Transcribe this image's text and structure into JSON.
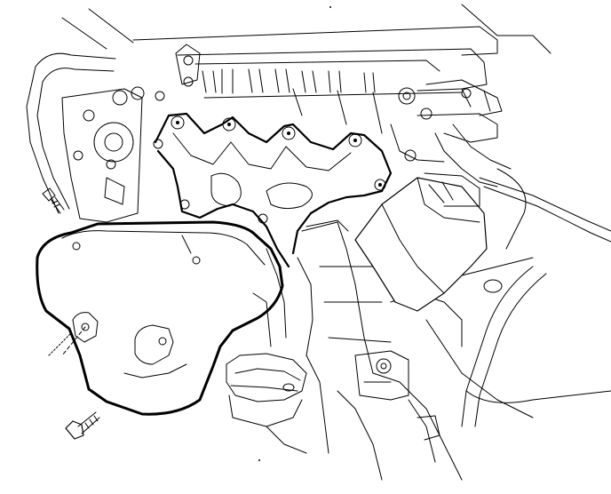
{
  "figure": {
    "kind": "engine exploded line drawing",
    "components": [
      {
        "id": "heat-insulator",
        "icon": "heat-insulator-icon"
      },
      {
        "id": "exhaust-manifold",
        "icon": "exhaust-manifold-icon"
      },
      {
        "id": "catalytic-converter",
        "icon": "catalytic-converter-icon"
      },
      {
        "id": "engine-block",
        "icon": "engine-block-icon"
      },
      {
        "id": "upper-bolt",
        "icon": "bolt-icon"
      },
      {
        "id": "lower-bolt",
        "icon": "bolt-icon"
      }
    ],
    "colors": {
      "line": "#000000",
      "background": "#ffffff"
    }
  }
}
